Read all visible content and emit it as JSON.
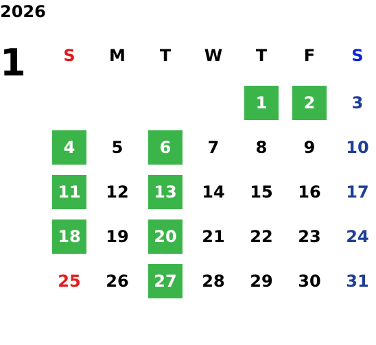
{
  "year": "2026",
  "month": "1",
  "weekdays": [
    "S",
    "M",
    "T",
    "W",
    "T",
    "F",
    "S"
  ],
  "colors": {
    "highlight": "#3bb54a",
    "sunday": "#e0201f",
    "saturday": "#1f3f96",
    "weekday_sun_header": "#e8141b",
    "weekday_sat_header": "#0a25d6"
  },
  "weeks": [
    [
      null,
      null,
      null,
      null,
      "1",
      "2",
      "3"
    ],
    [
      "4",
      "5",
      "6",
      "7",
      "8",
      "9",
      "10"
    ],
    [
      "11",
      "12",
      "13",
      "14",
      "15",
      "16",
      "17"
    ],
    [
      "18",
      "19",
      "20",
      "21",
      "22",
      "23",
      "24"
    ],
    [
      "25",
      "26",
      "27",
      "28",
      "29",
      "30",
      "31"
    ]
  ],
  "highlighted_days": [
    "1",
    "2",
    "4",
    "6",
    "11",
    "13",
    "18",
    "20",
    "27"
  ]
}
